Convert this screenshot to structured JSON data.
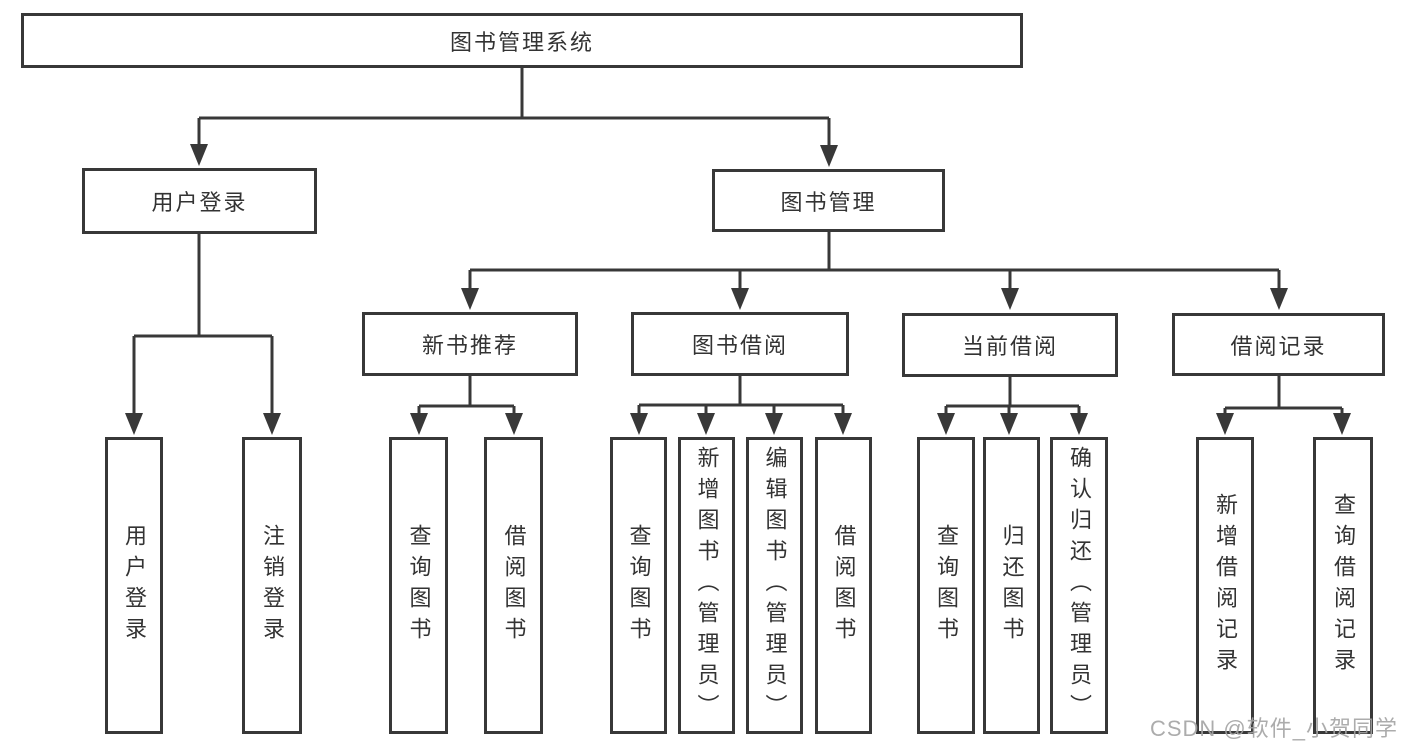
{
  "diagram": {
    "title": "图书管理系统",
    "branches": [
      {
        "label": "用户登录",
        "children": [
          "用户登录",
          "注销登录"
        ]
      },
      {
        "label": "图书管理",
        "groups": [
          {
            "label": "新书推荐",
            "children": [
              "查询图书",
              "借阅图书"
            ]
          },
          {
            "label": "图书借阅",
            "children": [
              "查询图书",
              "新增图书（管理员）",
              "编辑图书（管理员）",
              "借阅图书"
            ]
          },
          {
            "label": "当前借阅",
            "children": [
              "查询图书",
              "归还图书",
              "确认归还（管理员）"
            ]
          },
          {
            "label": "借阅记录",
            "children": [
              "新增借阅记录",
              "查询借阅记录"
            ]
          }
        ]
      }
    ]
  },
  "watermark": "CSDN @软件_小贺同学",
  "colors": {
    "line": "#383838",
    "text": "#333333",
    "watermark": "#a3a3a3",
    "background": "#ffffff"
  }
}
